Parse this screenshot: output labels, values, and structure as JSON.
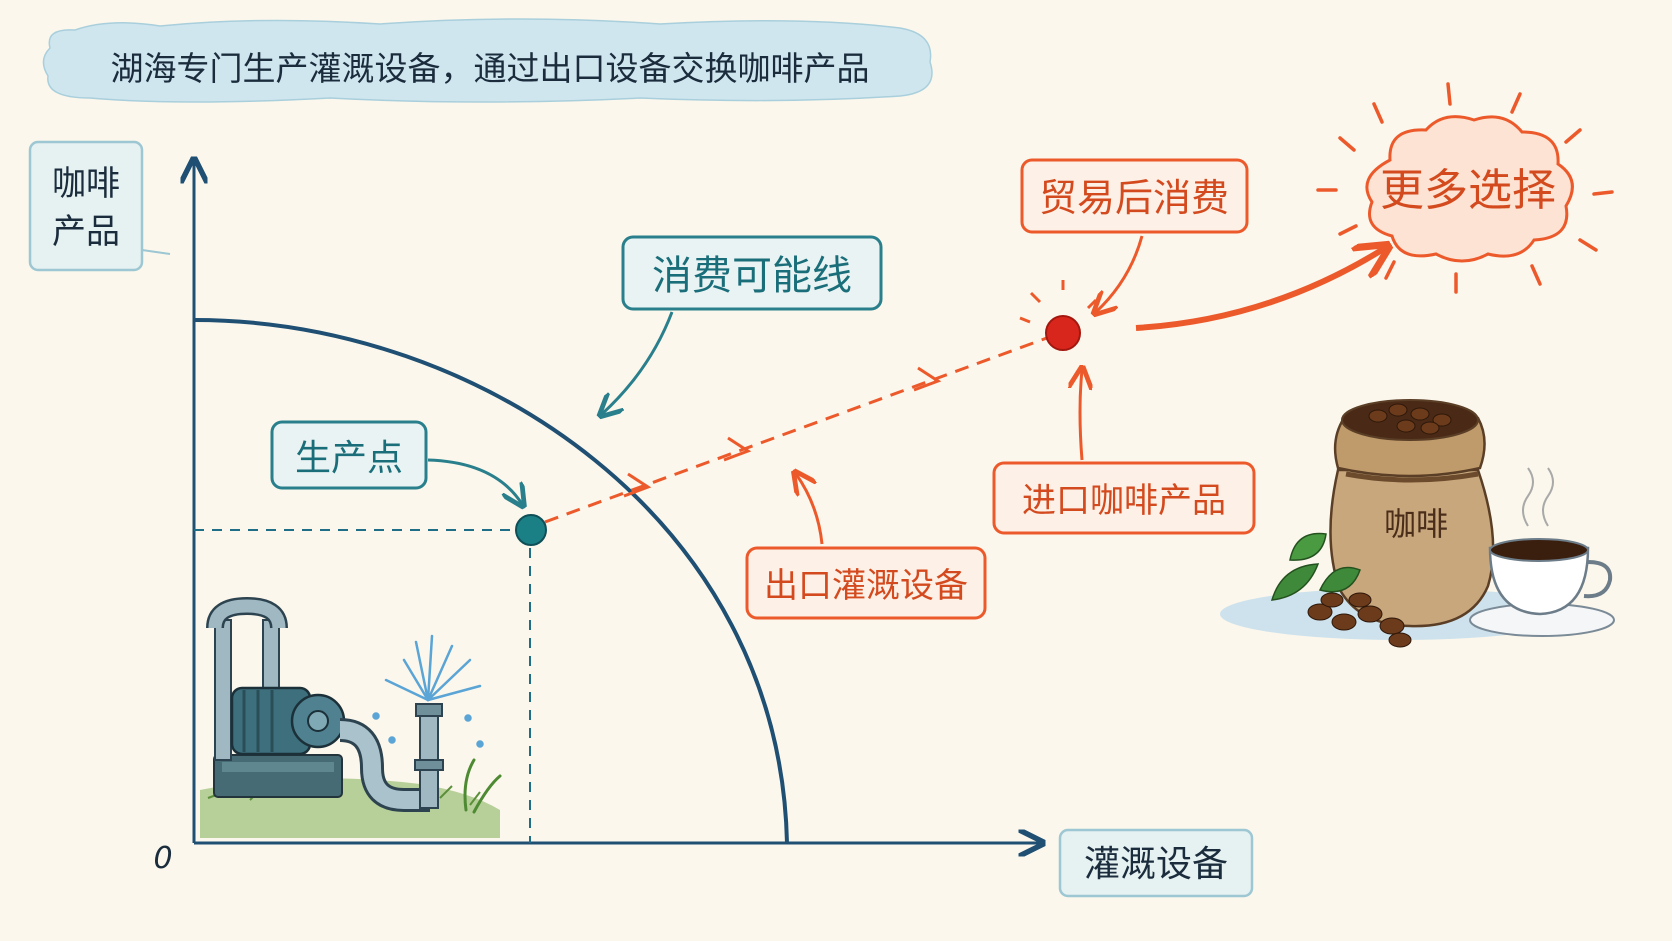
{
  "title": "湖海专门生产灌溉设备，通过出口设备交换咖啡产品",
  "axes": {
    "y_label_line1": "咖啡",
    "y_label_line2": "产品",
    "x_label": "灌溉设备",
    "origin": "0"
  },
  "labels": {
    "consumption_line": "消费可能线",
    "production_point": "生产点",
    "post_trade": "贸易后消费",
    "more_choices": "更多选择",
    "export_equipment": "出口灌溉设备",
    "import_coffee": "进口咖啡产品",
    "coffee_bag": "咖啡"
  },
  "colors": {
    "teal": "#1e6e86",
    "navy": "#1f4f73",
    "orange": "#ec5a2c",
    "red_dot": "#d9261c",
    "label_fill": "#e9f3f3",
    "orange_fill": "#fdf0e6",
    "title_cloud": "#cfe6ef"
  },
  "icons": [
    "irrigation-pump-icon",
    "sprinkler-icon",
    "coffee-bag-icon",
    "coffee-cup-icon",
    "sun-burst-icon"
  ]
}
